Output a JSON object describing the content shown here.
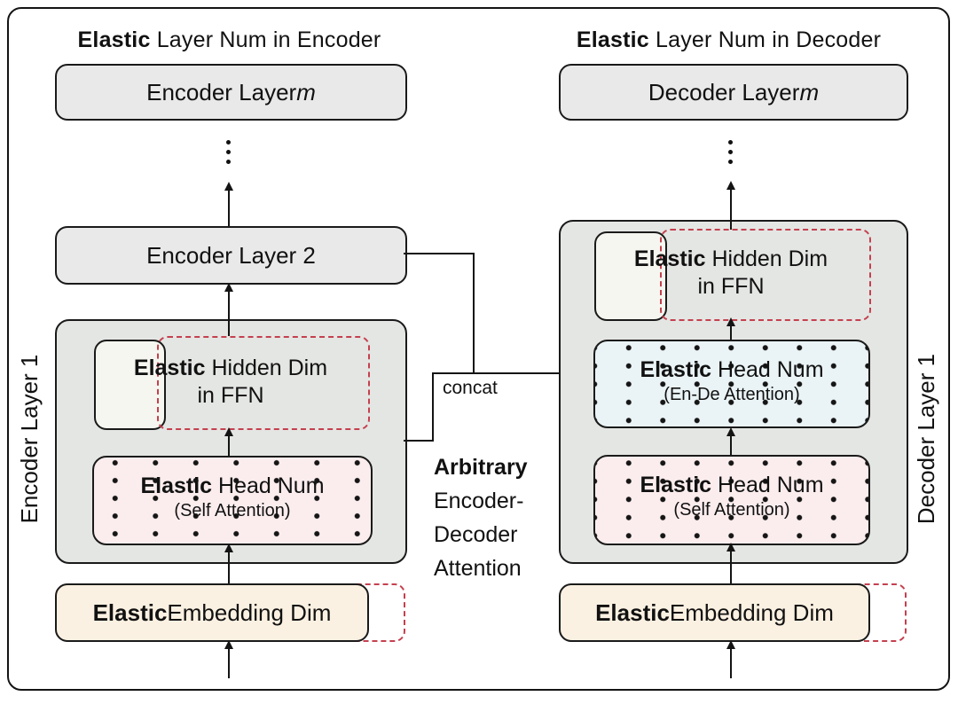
{
  "encoder": {
    "header_bold": "Elastic",
    "header_rest": " Layer Num in Encoder",
    "layer_m_text": "Encoder Layer ",
    "layer_m_italic": "m",
    "layer_2": "Encoder Layer 2",
    "side_label": "Encoder Layer 1",
    "ffn_bold": "Elastic",
    "ffn_rest": " Hidden Dim",
    "ffn_line2": "in FFN",
    "attn_bold": "Elastic",
    "attn_rest": " Head Num",
    "attn_line2": "(Self Attention)",
    "embed_bold": "Elastic",
    "embed_rest": " Embedding Dim"
  },
  "decoder": {
    "header_bold": "Elastic",
    "header_rest": " Layer Num in Decoder",
    "layer_m_text": "Decoder Layer ",
    "layer_m_italic": "m",
    "side_label": "Decoder Layer 1",
    "ffn_bold": "Elastic",
    "ffn_rest": " Hidden Dim",
    "ffn_line2": "in FFN",
    "ende_bold": "Elastic",
    "ende_rest": " Head Num",
    "ende_line2": "(En-De Attention)",
    "attn_bold": "Elastic",
    "attn_rest": " Head Num",
    "attn_line2": "(Self Attention)",
    "embed_bold": "Elastic",
    "embed_rest": " Embedding Dim"
  },
  "middle": {
    "concat_label": "concat",
    "arbitrary_line1": "Arbitrary",
    "arbitrary_line2": "Encoder-",
    "arbitrary_line3": "Decoder",
    "arbitrary_line4": "Attention"
  },
  "colors": {
    "layer_box_fill": "#e9e9e9",
    "container_fill": "#e4e6e3",
    "ffn_white_fill": "#f5f6ef",
    "self_attention_fill": "#fbedee",
    "ende_attention_fill": "#eaf3f5",
    "embedding_fill": "#fbf1e2",
    "line_color": "#141414",
    "elastic_dashed_accent": "#c4404f"
  }
}
